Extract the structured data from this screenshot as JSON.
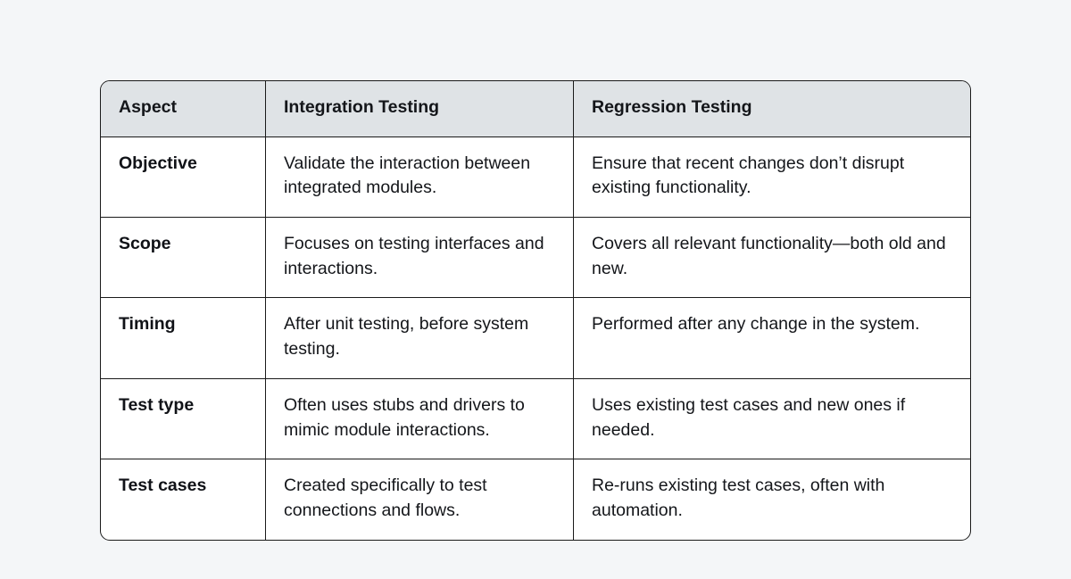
{
  "background_color": "#f4f6f8",
  "table": {
    "border_color": "#1a1a1a",
    "header_background": "#dfe3e6",
    "text_color": "#14161a",
    "columns": [
      {
        "key": "aspect",
        "label": "Aspect"
      },
      {
        "key": "integration",
        "label": "Integration Testing"
      },
      {
        "key": "regression",
        "label": "Regression Testing"
      }
    ],
    "rows": [
      {
        "aspect": "Objective",
        "integration": "Validate the interaction between integrated modules.",
        "regression": "Ensure that recent changes don’t disrupt existing functionality."
      },
      {
        "aspect": "Scope",
        "integration": "Focuses on testing interfaces and interactions.",
        "regression": "Covers all relevant functionality—both old and new."
      },
      {
        "aspect": "Timing",
        "integration": "After unit testing, before system testing.",
        "regression": "Performed after any change in the system."
      },
      {
        "aspect": "Test type",
        "integration": "Often uses stubs and drivers to mimic module interactions.",
        "regression": "Uses existing test cases and new ones if needed."
      },
      {
        "aspect": "Test cases",
        "integration": "Created specifically to test connections and flows.",
        "regression": "Re-runs existing test cases, often with automation."
      }
    ]
  }
}
